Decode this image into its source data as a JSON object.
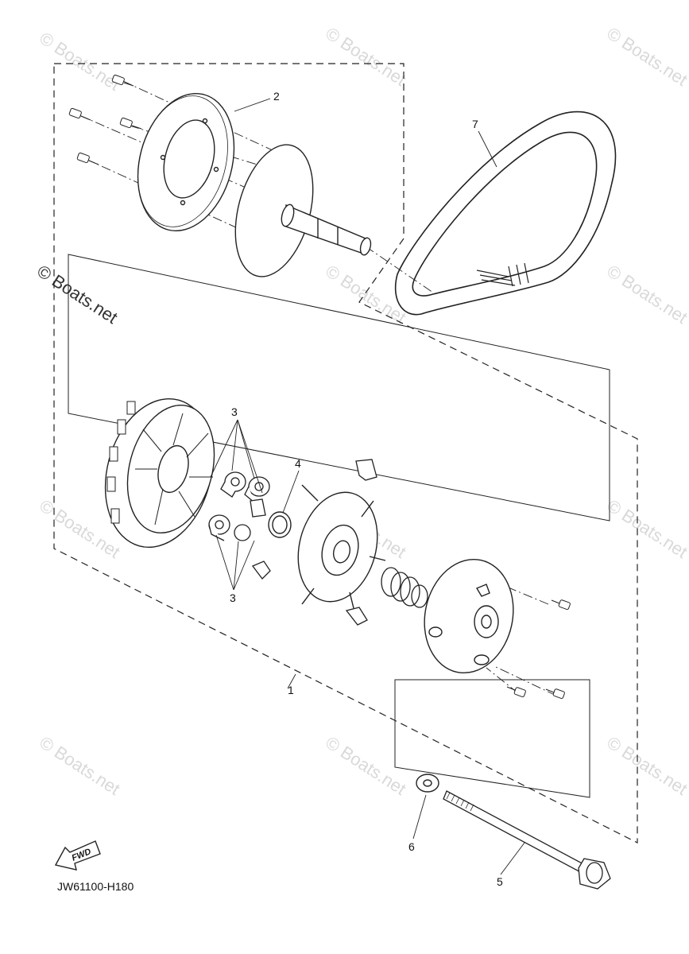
{
  "watermark": {
    "text": "© Boats.net"
  },
  "callouts": [
    "1",
    "2",
    "3",
    "3",
    "4",
    "5",
    "6",
    "7"
  ],
  "fwd_label": "FWD",
  "diagram_code": "JW61100-H180"
}
